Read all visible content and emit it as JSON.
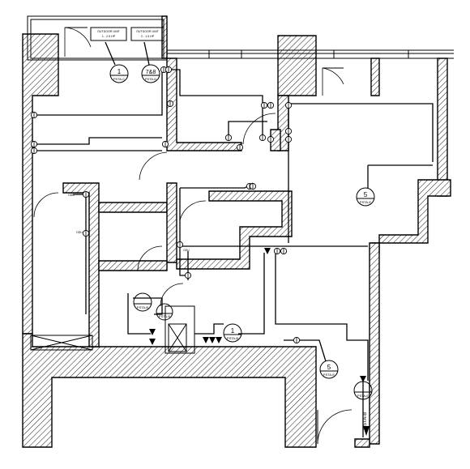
{
  "outdoor_units": [
    {
      "line1": "OUTDOOR UNIT",
      "line2": "1 - 2.5 HP"
    },
    {
      "line1": "OUTDOOR UNIT",
      "line2": "2 - 1.5 HP"
    }
  ],
  "tags": [
    {
      "id": "tag-1-top",
      "number": "1",
      "code": "PSTA-C"
    },
    {
      "id": "tag-78",
      "number": "7&8",
      "code": "PSTA-D"
    },
    {
      "id": "tag-5-right",
      "number": "5",
      "code": "PSTA-E"
    },
    {
      "id": "tag-mid-a",
      "number": "",
      "code": "PSTA-B"
    },
    {
      "id": "tag-mid-b",
      "number": "",
      "code": "PSTA-B"
    },
    {
      "id": "tag-1-bottom",
      "number": "1",
      "code": "PSTA-B"
    },
    {
      "id": "tag-5-bottom",
      "number": "5",
      "code": "PSTA-E"
    },
    {
      "id": "tag-riser",
      "number": "",
      "code": "PSTA-E"
    }
  ],
  "riser_label": "PSTA-B",
  "small_labels": [
    "ODU",
    "ODU",
    "ODU"
  ],
  "colors": {
    "line": "#000000",
    "background": "#ffffff"
  }
}
